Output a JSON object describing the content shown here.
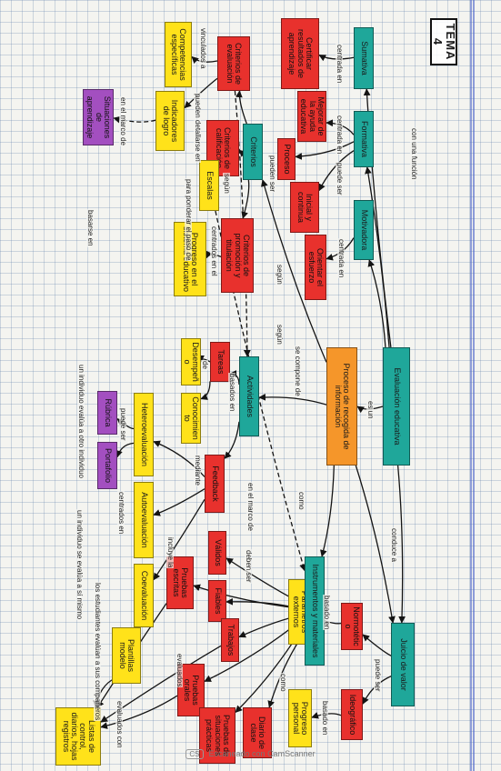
{
  "title": "TEMA 4",
  "footer": {
    "badge": "CS",
    "text": "Escaneado con CamScanner"
  },
  "colors": {
    "teal": "#1fa79a",
    "yellow": "#ffe21a",
    "red": "#e8312d",
    "orange": "#f5962a",
    "purple": "#a34fc0",
    "line": "#141414"
  },
  "nodes": [
    {
      "id": "evaluacion-educativa",
      "text": "Evaluación educativa",
      "color": "teal"
    },
    {
      "id": "juicio-de-valor",
      "text": "Juicio de valor",
      "color": "teal"
    },
    {
      "id": "normotetico",
      "text": "Normotético",
      "color": "red"
    },
    {
      "id": "ideografico",
      "text": "Ideográfico",
      "color": "red"
    },
    {
      "id": "parametros-externos",
      "text": "Parámetros externos",
      "color": "yellow"
    },
    {
      "id": "progreso-personal",
      "text": "Progreso personal",
      "color": "yellow"
    },
    {
      "id": "proceso-recogida",
      "text": "Proceso de recogida de información",
      "color": "orange"
    },
    {
      "id": "sumativa",
      "text": "Sumativa",
      "color": "teal"
    },
    {
      "id": "formativa",
      "text": "Formativa",
      "color": "teal"
    },
    {
      "id": "motivadora",
      "text": "Motivadora",
      "color": "teal"
    },
    {
      "id": "certificar-resultados",
      "text": "Certificar resultados de aprendizaje",
      "color": "red"
    },
    {
      "id": "mejorar-ayuda",
      "text": "Mejorar de la ayuda educativa",
      "color": "red"
    },
    {
      "id": "proceso",
      "text": "Proceso",
      "color": "red"
    },
    {
      "id": "inicial-continua",
      "text": "Inicial y continua",
      "color": "red"
    },
    {
      "id": "orientar-esfuerzo",
      "text": "Orientar el esfuerzo",
      "color": "red"
    },
    {
      "id": "criterios",
      "text": "Criterios",
      "color": "teal"
    },
    {
      "id": "criterios-evaluacion",
      "text": "Criterios de evaluación",
      "color": "red"
    },
    {
      "id": "criterios-calificacion",
      "text": "Criterios de calificación",
      "color": "red"
    },
    {
      "id": "criterios-promocion",
      "text": "Criterios de promoción y titulación",
      "color": "red"
    },
    {
      "id": "competencias-especificas",
      "text": "Competencias específicas",
      "color": "yellow"
    },
    {
      "id": "indicadores-logro",
      "text": "Indicadores de logro",
      "color": "yellow"
    },
    {
      "id": "escalas",
      "text": "Escalas",
      "color": "yellow"
    },
    {
      "id": "progreso-sistema",
      "text": "Progreso en el sistema educativo",
      "color": "yellow"
    },
    {
      "id": "situaciones-aprendizaje",
      "text": "Situaciones de aprendizaje",
      "color": "purple"
    },
    {
      "id": "actividades",
      "text": "Actividades",
      "color": "teal"
    },
    {
      "id": "tareas",
      "text": "Tareas",
      "color": "red"
    },
    {
      "id": "feedback",
      "text": "Feedback",
      "color": "red"
    },
    {
      "id": "desempeno",
      "text": "Desempeño",
      "color": "yellow"
    },
    {
      "id": "conocimiento",
      "text": "Conocimiento",
      "color": "yellow"
    },
    {
      "id": "heteroevaluacion",
      "text": "Heteroevaluación",
      "color": "yellow"
    },
    {
      "id": "autoevaluacion",
      "text": "Autoevaluación",
      "color": "yellow"
    },
    {
      "id": "coevaluacion",
      "text": "Coevaluación",
      "color": "yellow"
    },
    {
      "id": "rubrica",
      "text": "Rúbrica",
      "color": "purple"
    },
    {
      "id": "portafolio",
      "text": "Portafolio",
      "color": "purple"
    },
    {
      "id": "instrumentos-materiales",
      "text": "Instrumentos y materiales",
      "color": "teal"
    },
    {
      "id": "validos",
      "text": "Válidos",
      "color": "red"
    },
    {
      "id": "fiables",
      "text": "Fiables",
      "color": "red"
    },
    {
      "id": "pruebas-escritas",
      "text": "Pruebas escritas",
      "color": "red"
    },
    {
      "id": "trabajos",
      "text": "Trabajos",
      "color": "red"
    },
    {
      "id": "pruebas-orales",
      "text": "Pruebas orales",
      "color": "red"
    },
    {
      "id": "plantillas-modelo",
      "text": "Plantillas modelo",
      "color": "yellow"
    },
    {
      "id": "pruebas-situaciones-practicas",
      "text": "Pruebas de situaciones prácticas",
      "color": "red"
    },
    {
      "id": "diario-de-clase",
      "text": "Diario de clase",
      "color": "red"
    },
    {
      "id": "listas-control",
      "text": "Listas de control, diarios, hojas registros",
      "color": "yellow"
    }
  ],
  "edge_labels": [
    {
      "id": "con-una-funcion",
      "text": "con una función"
    },
    {
      "id": "centrada-en-1",
      "text": "centrada en"
    },
    {
      "id": "centrada-en-2",
      "text": "centrada en"
    },
    {
      "id": "centrada-en-3",
      "text": "centrada en"
    },
    {
      "id": "puede-ser-1",
      "text": "puede ser"
    },
    {
      "id": "es-un",
      "text": "es un"
    },
    {
      "id": "conduce-a",
      "text": "conduce a"
    },
    {
      "id": "puede-ser-2",
      "text": "puede ser"
    },
    {
      "id": "basado-en-1",
      "text": "basado en"
    },
    {
      "id": "basado-en-2",
      "text": "basado en"
    },
    {
      "id": "se-compone-de",
      "text": "se compone de"
    },
    {
      "id": "segun-1",
      "text": "según"
    },
    {
      "id": "segun-2",
      "text": "según"
    },
    {
      "id": "pueden-ser",
      "text": "pueden ser"
    },
    {
      "id": "vinculados-a",
      "text": "vinculados a"
    },
    {
      "id": "pueden-detallarse-en",
      "text": "pueden detallarse en"
    },
    {
      "id": "segun-3",
      "text": "según"
    },
    {
      "id": "centrados-en-el",
      "text": "centrados en el"
    },
    {
      "id": "para-ponderar",
      "text": "para ponderar el paso de"
    },
    {
      "id": "en-el-marco-de-1",
      "text": "en el marco de"
    },
    {
      "id": "basarse-en",
      "text": "basarse en"
    },
    {
      "id": "basados-en",
      "text": "basados en"
    },
    {
      "id": "de",
      "text": "de"
    },
    {
      "id": "mediante",
      "text": "mediante"
    },
    {
      "id": "en-el-marco-de-2",
      "text": "en el marco de"
    },
    {
      "id": "como",
      "text": "como"
    },
    {
      "id": "puede-ser-3",
      "text": "puede ser"
    },
    {
      "id": "centrados-en",
      "text": "centrados en"
    },
    {
      "id": "incluye-la",
      "text": "incluye la"
    },
    {
      "id": "deben-ser",
      "text": "deben ser"
    },
    {
      "id": "evaluados",
      "text": "evaluados"
    },
    {
      "id": "evaluados-con",
      "text": "evaluados con"
    },
    {
      "id": "como-2",
      "text": "como"
    },
    {
      "id": "un-individuo-evalua",
      "text": "un individuo evalúa a otro individuo"
    },
    {
      "id": "un-individuo-se-evalua",
      "text": "un individuo se evalúa a sí mismo"
    },
    {
      "id": "estudiantes-evaluan",
      "text": "los estudiantes evalúan a sus compañeros"
    }
  ]
}
